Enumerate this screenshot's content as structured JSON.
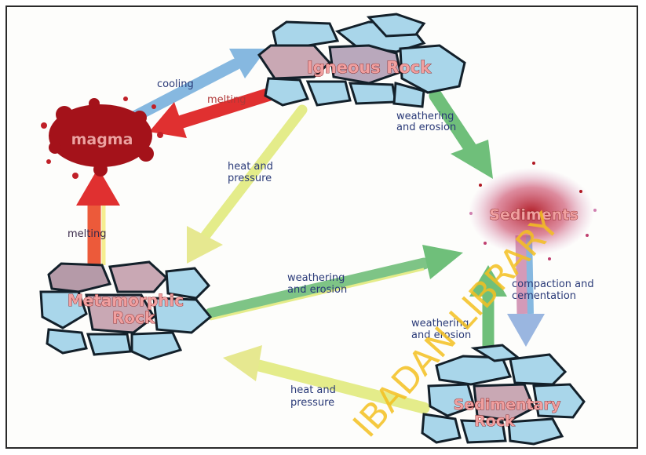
{
  "colors": {
    "rock_fill": "#a9d6ea",
    "rock_outline": "#13202a",
    "rock_blush": "#c98a8a",
    "magma": "#a4121a",
    "arrow_red": "#e03030",
    "arrow_blue": "#86b8e0",
    "arrow_green": "#6fbf7a",
    "arrow_yellow": "#e4ec8a",
    "label_text": "#2a3a78",
    "watermark": "#f4c020"
  },
  "nodes": {
    "igneous": "Igneous Rock",
    "magma": "magma",
    "sediments": "Sediments",
    "metamorphic_line1": "Metamorphic",
    "metamorphic_line2": "Rock",
    "sedimentary_line1": "Sedimentary",
    "sedimentary_line2": "Rock"
  },
  "labels": {
    "cooling": "cooling",
    "melting_top": "melting",
    "weathering_right_1": "weathering",
    "weathering_right_2": "and erosion",
    "heat_top_1": "heat and",
    "heat_top_2": "pressure",
    "melting_left": "melting",
    "weathering_mid_1": "weathering",
    "weathering_mid_2": "and erosion",
    "compaction_1": "compaction and",
    "compaction_2": "cementation",
    "weathering_bottom_1": "weathering",
    "weathering_bottom_2": "and erosion",
    "heat_bottom_1": "heat and",
    "heat_bottom_2": "pressure"
  },
  "watermark": "IBADAN LIBRARY"
}
